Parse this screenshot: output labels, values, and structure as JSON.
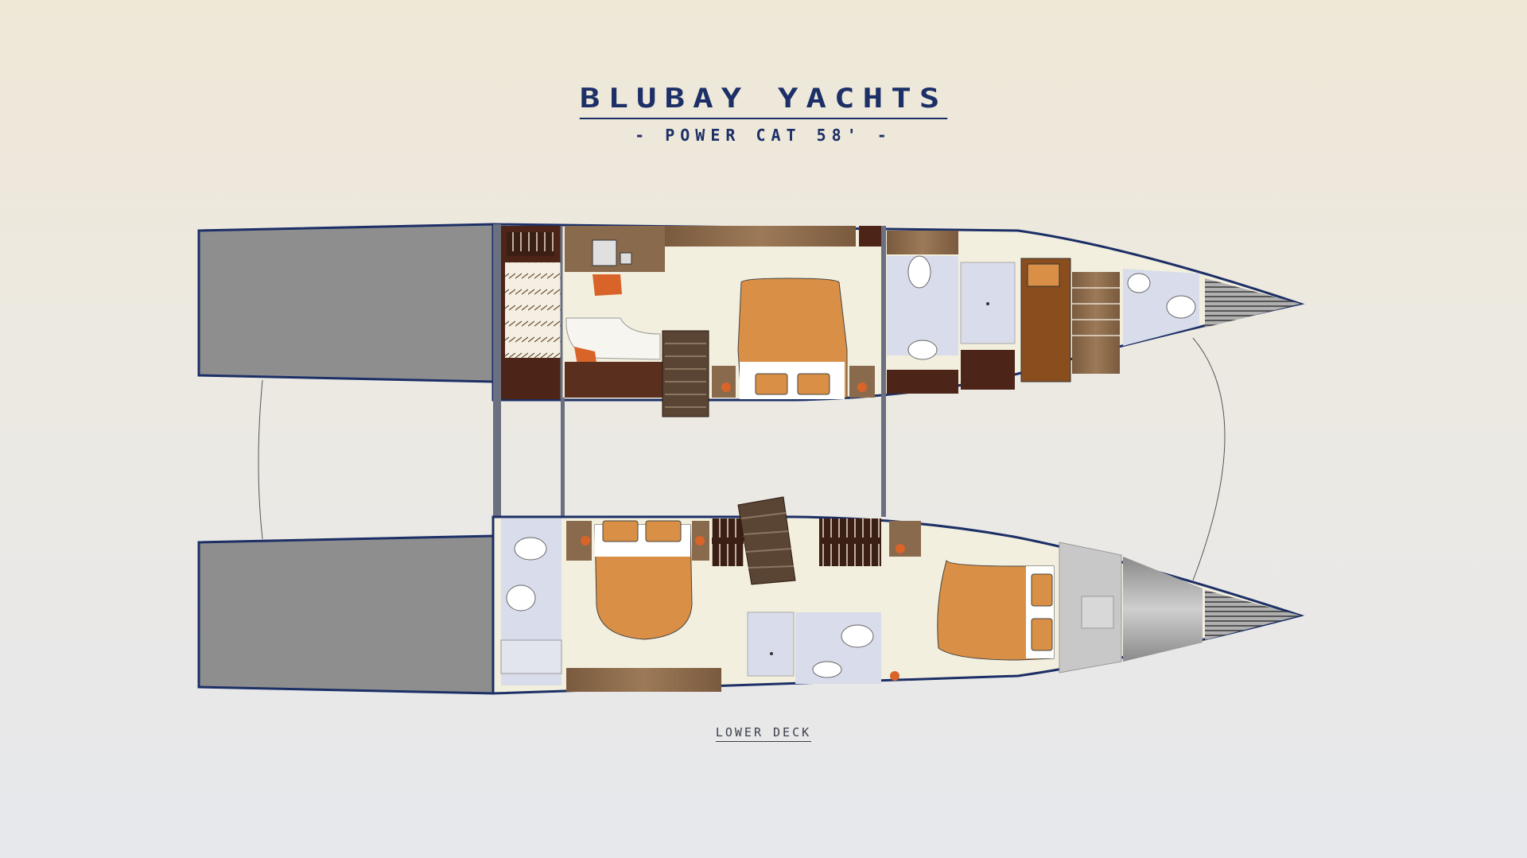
{
  "header": {
    "brand": "BLUBAY YACHTS",
    "model": "- POWER CAT 58' -"
  },
  "footer": {
    "deck_label": "LOWER DECK"
  },
  "colors": {
    "hull_outline": "#1c2f66",
    "wood": "#8a6a4c",
    "dark_wood": "#4d2518",
    "bed": "#d98f45",
    "floor": "#f3efde",
    "bath": "#d9dcea",
    "deck_gray": "#8e8e8e"
  }
}
